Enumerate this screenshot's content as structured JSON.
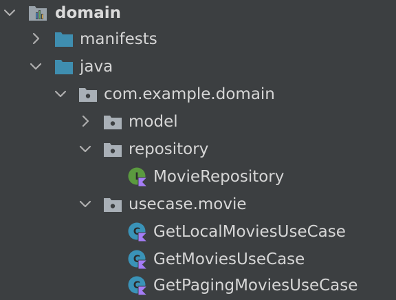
{
  "tree": {
    "root": {
      "label": "domain",
      "icon": "module-icon",
      "expanded": true
    },
    "manifests": {
      "label": "manifests",
      "icon": "folder-icon",
      "expanded": false
    },
    "java": {
      "label": "java",
      "icon": "folder-icon",
      "expanded": true
    },
    "package": {
      "label": "com.example.domain",
      "icon": "package-icon",
      "expanded": true
    },
    "model": {
      "label": "model",
      "icon": "package-icon",
      "expanded": false
    },
    "repository": {
      "label": "repository",
      "icon": "package-icon",
      "expanded": true
    },
    "movie_repository": {
      "label": "MovieRepository",
      "icon": "kotlin-interface-icon"
    },
    "usecase": {
      "label": "usecase.movie",
      "icon": "package-icon",
      "expanded": true
    },
    "get_local": {
      "label": "GetLocalMoviesUseCase",
      "icon": "kotlin-class-icon"
    },
    "get_movies": {
      "label": "GetMoviesUseCase",
      "icon": "kotlin-class-icon"
    },
    "get_paging": {
      "label": "GetPagingMoviesUseCase",
      "icon": "kotlin-class-icon"
    }
  },
  "colors": {
    "background": "#3c3f41",
    "text": "#d6d6d6",
    "folder_blue": "#3f8eb0",
    "package_gray": "#a9b0b7",
    "interface_green": "#5b9a3f",
    "class_blue": "#3a93b8",
    "kotlin_purple": "#a47cf5"
  }
}
